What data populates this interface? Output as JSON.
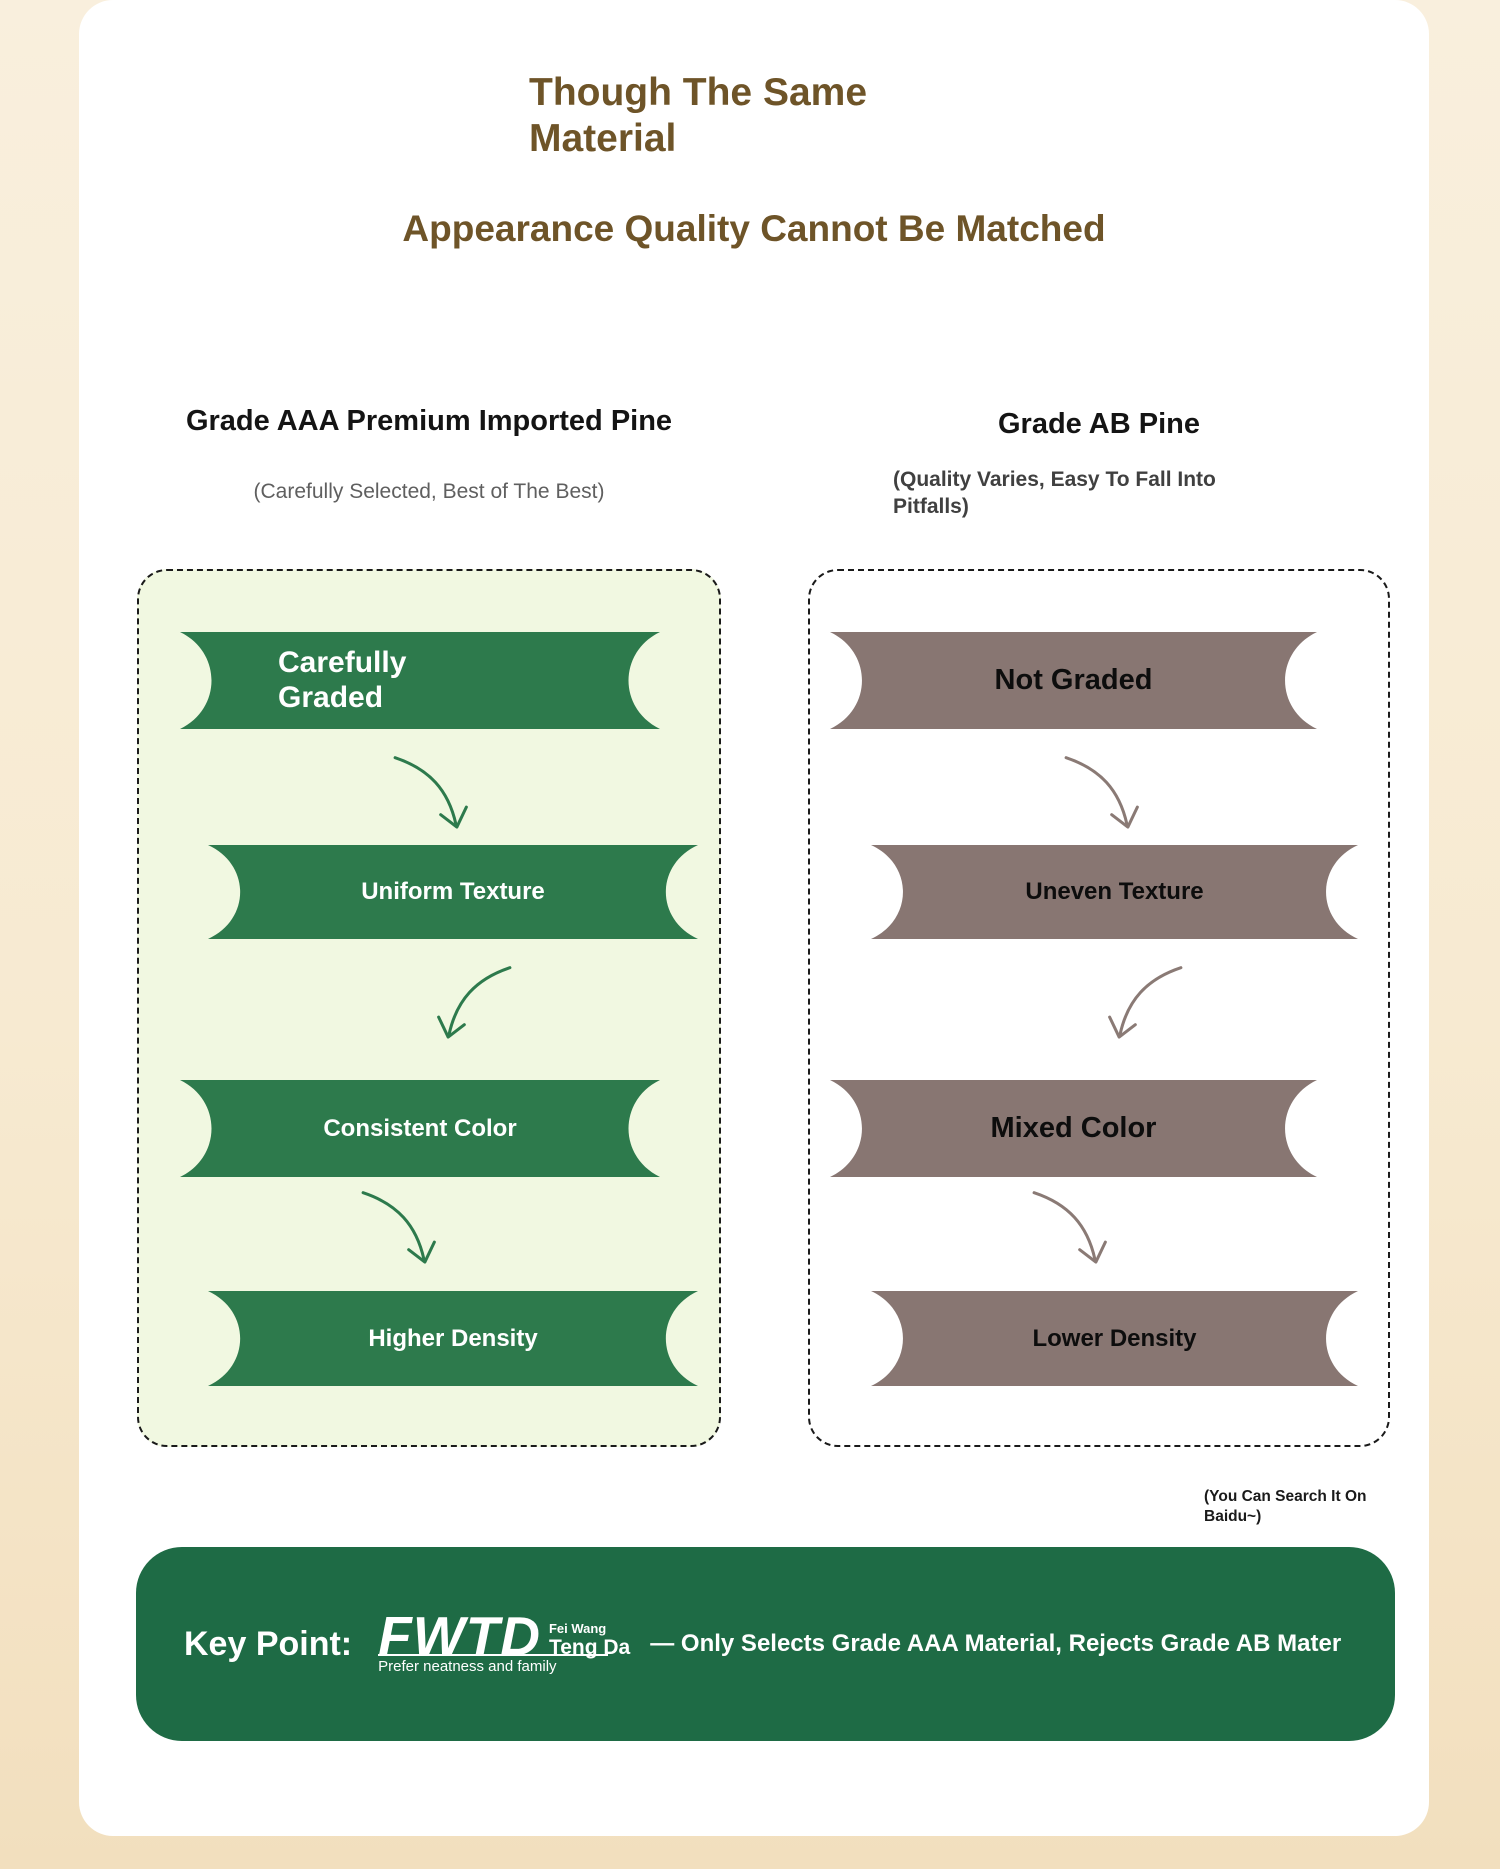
{
  "header": {
    "title": "Though The Same\nMaterial",
    "subtitle": "Appearance Quality Cannot Be Matched"
  },
  "left_column": {
    "heading": "Grade AAA Premium Imported Pine",
    "subheading": "(Carefully Selected, Best of The Best)",
    "ribbons": [
      "Carefully\nGraded",
      "Uniform Texture",
      "Consistent Color",
      "Higher Density"
    ]
  },
  "right_column": {
    "heading": "Grade AB Pine",
    "subheading": "(Quality Varies, Easy To Fall Into Pitfalls)",
    "ribbons": [
      "Not Graded",
      "Uneven Texture",
      "Mixed Color",
      "Lower Density"
    ]
  },
  "note": "(You Can Search It On Baidu~)",
  "key_point": {
    "label": "Key Point:",
    "statement": "— Only Selects Grade AAA Material, Rejects Grade AB Mater"
  },
  "logo": {
    "main": "FWTD",
    "sub_top": "Fei Wang",
    "sub_bottom": "Teng Da",
    "tagline": "Prefer neatness and family"
  },
  "colors": {
    "page_background": "#f7ead1",
    "card_background": "#ffffff",
    "title_brown": "#6e5428",
    "premium_green": "#2d7a4c",
    "left_panel_green": "#f1f8e1",
    "taupe": "#887672",
    "banner_green": "#1e6b45"
  }
}
